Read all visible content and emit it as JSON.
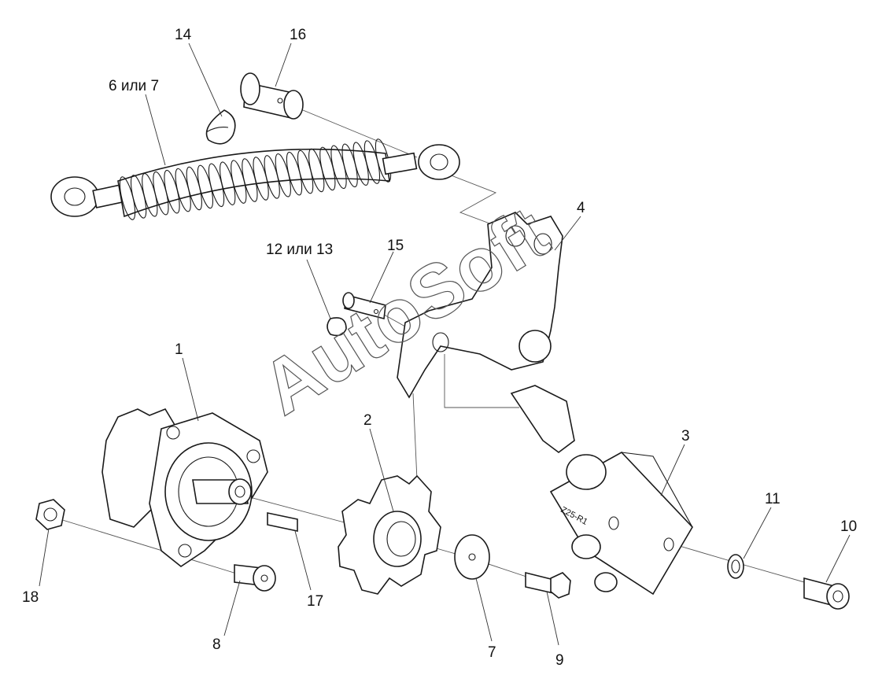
{
  "watermark": "AutoSoft",
  "labels": {
    "l1": "1",
    "l2": "2",
    "l3": "3",
    "l4": "4",
    "l6_7": "6 или 7",
    "l7": "7",
    "l8": "8",
    "l9": "9",
    "l10": "10",
    "l11": "11",
    "l12_13": "12 или 13",
    "l14": "14",
    "l15": "15",
    "l16": "16",
    "l17": "17",
    "l18": "18"
  },
  "block_marking": "Z25-R1"
}
